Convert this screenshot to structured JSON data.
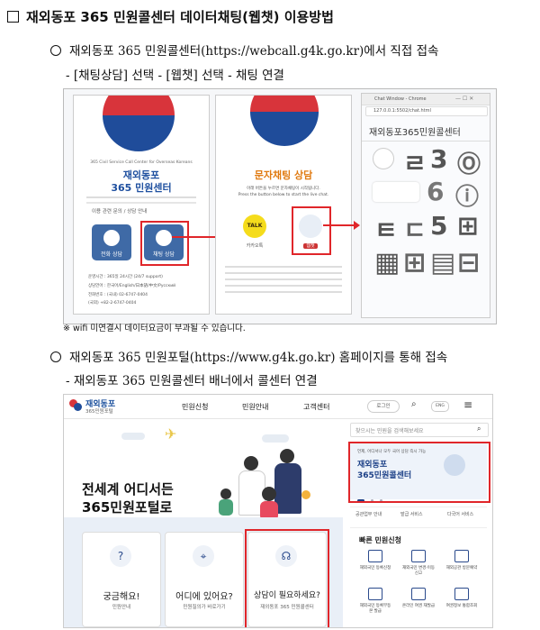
{
  "section_title": "재외동포 365 민원콜센터 데이터채팅(웹챗) 이용방법",
  "item1": {
    "line": "재외동포 365 민원콜센터(https://webcall.g4k.go.kr)에서 직접 접속",
    "sub": "- [채팅상담] 선택 - [웹챗] 선택 - 채팅 연결"
  },
  "shot1": {
    "phone1": {
      "header": "365 Civil Service Call Center for Overseas Koreans",
      "title1": "재외동포",
      "title2": "365 민원센터",
      "desc": "이용 관련 문의 / 상담 안내",
      "btn_call": "전화 상담",
      "btn_chat": "채팅 상담",
      "info": [
        "운영시간 : 365일 24시간 (24/7 support)",
        "상담언어 : 한국어/English/日本語/中文/Русский",
        "전화번호 : (국내) 02-6747-0404",
        "(국외) +82-2-6747-0404"
      ]
    },
    "phone2": {
      "title": "문자채팅 상담",
      "desc1": "아래 버튼을 누르면 문자채팅이 시작됩니다.",
      "desc2": "Press the button below to start the live chat.",
      "talk": "TALK",
      "label_kakao": "카카오톡",
      "label_web": "웹챗"
    },
    "browser": {
      "window_title": "Chat Window - Chrome",
      "url": "127.0.0.1:5502/chat.html",
      "heading": "재외동포365민원콜센터"
    }
  },
  "note": "※ wifi 미연결시 데이터요금이 부과될 수 있습니다.",
  "item2": {
    "line": "재외동포 365 민원포털(https://www.g4k.go.kr) 홈페이지를 통해 접속",
    "sub": "- 재외동포 365 민원콜센터 배너에서 콜센터 연결"
  },
  "site": {
    "logo_top": "재외동포",
    "logo_bottom": "365민원포털",
    "nav": [
      "민원신청",
      "민원안내",
      "고객센터"
    ],
    "login": "로그인",
    "lang": "ENG",
    "search_placeholder": "찾으시는 민원을 검색해보세요",
    "hero1": "전세계 어디서든",
    "hero2": "365민원포털로",
    "banner_top": "언제, 어디서나 모두 국어 상담 즉시 가능",
    "banner_title1": "재외동포",
    "banner_title2": "365민원콜센터",
    "quick": [
      "공관업무 안내",
      "발급 서비스",
      "다국어 서비스"
    ],
    "fast_title": "빠른 민원신청",
    "fast_items": [
      "재외국민 등록신청",
      "재외국민 변경·이동신고",
      "재외공관 방문예약",
      "재외국민 등록부등본 발급",
      "온라인 여권 재발급",
      "여권정보 통합조회"
    ],
    "cards": [
      {
        "title": "궁금해요!",
        "sub": "민원안내"
      },
      {
        "title": "어디에 있어요?",
        "sub": "민원질의가 바로가기"
      },
      {
        "title": "상담이 필요하세요?",
        "sub": "재외동포 365 민원콜센터"
      }
    ]
  }
}
